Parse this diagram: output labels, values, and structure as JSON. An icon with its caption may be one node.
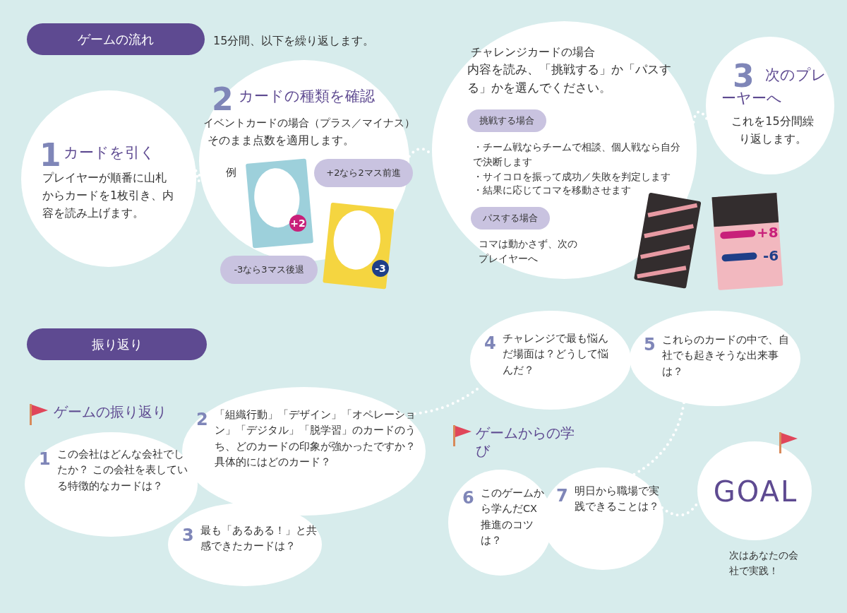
{
  "diagram": {
    "nodes": [
      {
        "text": [
          "ゲームの流れ"
        ]
      },
      {
        "text": [
          "1",
          "カードを引く",
          "プレイヤーが順番に山札からカードを1枚引き、内容を読み上げます。"
        ]
      },
      {
        "text": [
          "2",
          "カードの種類を確認",
          "イベントカードの場合（プラス／マイナス）",
          "そのまま点数を適用します。",
          "例"
        ]
      },
      {
        "text": [
          "+2なら2マス前進"
        ],
        "in": 2
      },
      {
        "text": [
          "-3なら3マス後退"
        ]
      },
      {
        "text": [
          "チャレンジカードの場合",
          "内容を読み、「挑戦する」か「パスする」かを選んでください。",
          "・チーム戦ならチームで相談、個人戦なら自分で決断します",
          "・サイコロを振って成功／失敗を判定します",
          "・結果に応じてコマを移動させます",
          "コマは動かさず、次のプレイヤーへ"
        ]
      },
      {
        "text": [
          "挑戦する場合"
        ],
        "in": 5
      },
      {
        "text": [
          "パスする場合"
        ],
        "in": 5
      },
      {
        "text": [
          "3",
          "次のプレーヤーへ",
          "これを15分間繰り返します。"
        ]
      },
      {
        "text": [
          "振り返り"
        ]
      },
      {
        "text": [
          "1",
          "この会社はどんな会社でしたか？ この会社を表している特徴的なカードは？"
        ]
      },
      {
        "text": [
          "2",
          "「組織行動」「デザイン」「オペレーション」「デジタル」「脱学習」のカードのうち、どのカードの印象が強かったですか？具体的にはどのカード？"
        ]
      },
      {
        "text": [
          "3",
          "最も「あるある！」と共感できたカードは？"
        ]
      },
      {
        "text": [
          "4",
          "チャレンジで最も悩んだ場面は？どうして悩んだ？"
        ]
      },
      {
        "text": [
          "5",
          "これらのカードの中で、自社でも起きそうな出来事は？"
        ]
      },
      {
        "text": [
          "6",
          "このゲームから学んだCX推進のコツは？"
        ]
      },
      {
        "text": [
          "7",
          "明日から職場で実践できることは？"
        ]
      },
      {
        "text": [
          "GOAL"
        ],
        "beside": [
          "次はあなたの会社で実践！"
        ]
      }
    ],
    "edges": [
      {
        "from": 1,
        "to": 2,
        "arrow": "none"
      },
      {
        "from": 2,
        "to": 5,
        "arrow": "none"
      },
      {
        "from": 5,
        "to": 8,
        "arrow": "none"
      },
      {
        "from": 11,
        "to": 13,
        "arrow": "none"
      },
      {
        "from": 14,
        "to": 16,
        "arrow": "none"
      },
      {
        "from": 16,
        "to": 17,
        "arrow": "none"
      }
    ],
    "labels": [
      "15分間、以下を繰り返します。",
      "+2",
      "+8",
      "-6",
      "-3",
      "ゲームの振り返り",
      "ゲームからの学び"
    ]
  }
}
